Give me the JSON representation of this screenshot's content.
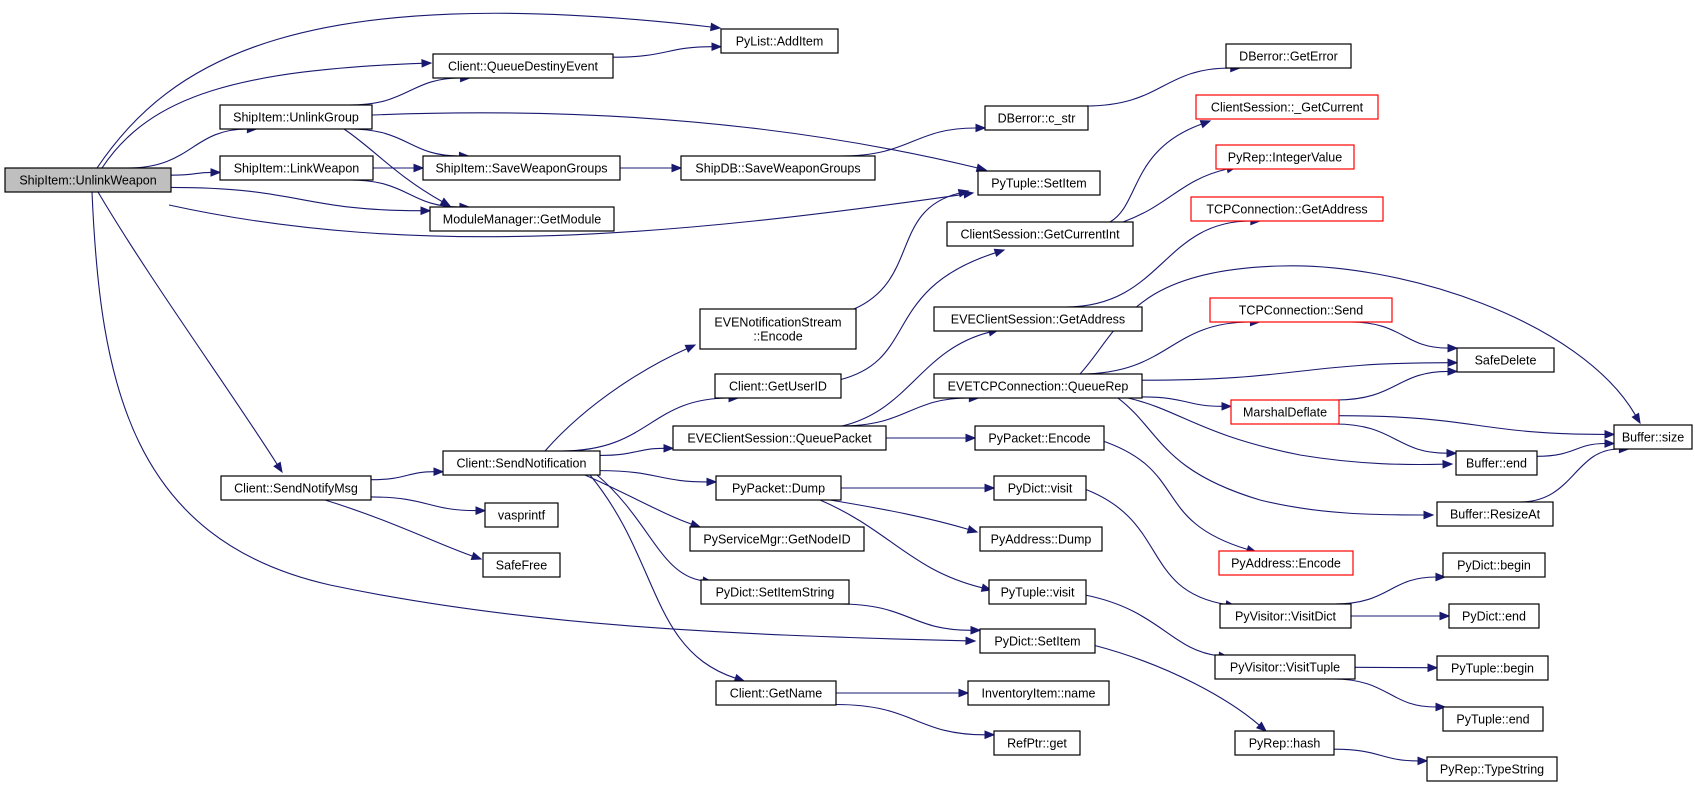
{
  "diagram": {
    "colors": {
      "edge": "#191970",
      "node_border": "#000000",
      "node_border_truncated": "#ff0000",
      "root_fill": "#bfbfbf",
      "node_fill": "#ffffff"
    },
    "nodes": [
      {
        "id": "unlinkWeapon",
        "label": "ShipItem::UnlinkWeapon",
        "root": true
      },
      {
        "id": "listAddItem",
        "label": "PyList::AddItem"
      },
      {
        "id": "queueDestiny",
        "label": "Client::QueueDestinyEvent"
      },
      {
        "id": "unlinkGroup",
        "label": "ShipItem::UnlinkGroup"
      },
      {
        "id": "linkWeapon",
        "label": "ShipItem::LinkWeapon"
      },
      {
        "id": "saveWeaponGroups",
        "label": "ShipItem::SaveWeaponGroups"
      },
      {
        "id": "getModule",
        "label": "ModuleManager::GetModule"
      },
      {
        "id": "dbSaveWeaponGroups",
        "label": "ShipDB::SaveWeaponGroups"
      },
      {
        "id": "getError",
        "label": "DBerror::GetError"
      },
      {
        "id": "cstr",
        "label": "DBerror::c_str"
      },
      {
        "id": "tupleSetItem",
        "label": "PyTuple::SetItem"
      },
      {
        "id": "getCurrent",
        "label": "ClientSession::_GetCurrent",
        "truncated": true
      },
      {
        "id": "integerValue",
        "label": "PyRep::IntegerValue",
        "truncated": true
      },
      {
        "id": "tcpGetAddress",
        "label": "TCPConnection::GetAddress",
        "truncated": true
      },
      {
        "id": "getCurrentInt",
        "label": "ClientSession::GetCurrentInt"
      },
      {
        "id": "notifEncode",
        "label": "EVENotificationStream\n::Encode"
      },
      {
        "id": "eveGetAddress",
        "label": "EVEClientSession::GetAddress"
      },
      {
        "id": "tcpSend",
        "label": "TCPConnection::Send",
        "truncated": true
      },
      {
        "id": "safeDelete",
        "label": "SafeDelete"
      },
      {
        "id": "getUserID",
        "label": "Client::GetUserID"
      },
      {
        "id": "queueRep",
        "label": "EVETCPConnection::QueueRep"
      },
      {
        "id": "marshalDeflate",
        "label": "MarshalDeflate",
        "truncated": true
      },
      {
        "id": "bufferSize",
        "label": "Buffer::size"
      },
      {
        "id": "sendNotification",
        "label": "Client::SendNotification"
      },
      {
        "id": "queuePacket",
        "label": "EVEClientSession::QueuePacket"
      },
      {
        "id": "packetEncode",
        "label": "PyPacket::Encode"
      },
      {
        "id": "bufferEnd",
        "label": "Buffer::end"
      },
      {
        "id": "sendNotifyMsg",
        "label": "Client::SendNotifyMsg"
      },
      {
        "id": "packetDump",
        "label": "PyPacket::Dump"
      },
      {
        "id": "dictVisit",
        "label": "PyDict::visit"
      },
      {
        "id": "resizeAt",
        "label": "Buffer::ResizeAt"
      },
      {
        "id": "vasprintf",
        "label": "vasprintf"
      },
      {
        "id": "getNodeID",
        "label": "PyServiceMgr::GetNodeID"
      },
      {
        "id": "addressDump",
        "label": "PyAddress::Dump"
      },
      {
        "id": "safeFree",
        "label": "SafeFree"
      },
      {
        "id": "addressEncode",
        "label": "PyAddress::Encode",
        "truncated": true
      },
      {
        "id": "dictBegin",
        "label": "PyDict::begin"
      },
      {
        "id": "setItemString",
        "label": "PyDict::SetItemString"
      },
      {
        "id": "tupleVisit",
        "label": "PyTuple::visit"
      },
      {
        "id": "visitDict",
        "label": "PyVisitor::VisitDict"
      },
      {
        "id": "dictEnd",
        "label": "PyDict::end"
      },
      {
        "id": "dictSetItem",
        "label": "PyDict::SetItem"
      },
      {
        "id": "visitTuple",
        "label": "PyVisitor::VisitTuple"
      },
      {
        "id": "tupleBegin",
        "label": "PyTuple::begin"
      },
      {
        "id": "getName",
        "label": "Client::GetName"
      },
      {
        "id": "itemName",
        "label": "InventoryItem::name"
      },
      {
        "id": "tupleEnd",
        "label": "PyTuple::end"
      },
      {
        "id": "refGet",
        "label": "RefPtr::get"
      },
      {
        "id": "repHash",
        "label": "PyRep::hash"
      },
      {
        "id": "typeString",
        "label": "PyRep::TypeString"
      }
    ],
    "edges": [
      [
        "unlinkWeapon",
        "listAddItem"
      ],
      [
        "unlinkWeapon",
        "queueDestiny"
      ],
      [
        "unlinkWeapon",
        "unlinkGroup"
      ],
      [
        "unlinkWeapon",
        "linkWeapon"
      ],
      [
        "unlinkWeapon",
        "getModule"
      ],
      [
        "unlinkWeapon",
        "tupleSetItem"
      ],
      [
        "unlinkWeapon",
        "sendNotifyMsg"
      ],
      [
        "unlinkWeapon",
        "dictSetItem"
      ],
      [
        "queueDestiny",
        "listAddItem"
      ],
      [
        "unlinkGroup",
        "queueDestiny"
      ],
      [
        "unlinkGroup",
        "saveWeaponGroups"
      ],
      [
        "unlinkGroup",
        "getModule"
      ],
      [
        "unlinkGroup",
        "tupleSetItem"
      ],
      [
        "linkWeapon",
        "saveWeaponGroups"
      ],
      [
        "linkWeapon",
        "getModule"
      ],
      [
        "saveWeaponGroups",
        "dbSaveWeaponGroups"
      ],
      [
        "dbSaveWeaponGroups",
        "cstr"
      ],
      [
        "cstr",
        "getError"
      ],
      [
        "getCurrentInt",
        "getCurrent"
      ],
      [
        "getCurrentInt",
        "integerValue"
      ],
      [
        "eveGetAddress",
        "tcpGetAddress"
      ],
      [
        "notifEncode",
        "tupleSetItem"
      ],
      [
        "getUserID",
        "getCurrentInt"
      ],
      [
        "queueRep",
        "tcpSend"
      ],
      [
        "queueRep",
        "safeDelete"
      ],
      [
        "queueRep",
        "marshalDeflate"
      ],
      [
        "queueRep",
        "bufferSize"
      ],
      [
        "queueRep",
        "bufferEnd"
      ],
      [
        "queueRep",
        "resizeAt"
      ],
      [
        "tcpSend",
        "safeDelete"
      ],
      [
        "marshalDeflate",
        "safeDelete"
      ],
      [
        "marshalDeflate",
        "bufferSize"
      ],
      [
        "marshalDeflate",
        "bufferEnd"
      ],
      [
        "bufferEnd",
        "bufferSize"
      ],
      [
        "resizeAt",
        "bufferSize"
      ],
      [
        "sendNotifyMsg",
        "sendNotification"
      ],
      [
        "sendNotifyMsg",
        "vasprintf"
      ],
      [
        "sendNotifyMsg",
        "safeFree"
      ],
      [
        "sendNotification",
        "notifEncode"
      ],
      [
        "sendNotification",
        "getUserID"
      ],
      [
        "sendNotification",
        "queuePacket"
      ],
      [
        "sendNotification",
        "packetDump"
      ],
      [
        "sendNotification",
        "getNodeID"
      ],
      [
        "sendNotification",
        "setItemString"
      ],
      [
        "sendNotification",
        "getName"
      ],
      [
        "queuePacket",
        "eveGetAddress"
      ],
      [
        "queuePacket",
        "queueRep"
      ],
      [
        "queuePacket",
        "packetEncode"
      ],
      [
        "packetEncode",
        "addressEncode"
      ],
      [
        "packetDump",
        "dictVisit"
      ],
      [
        "packetDump",
        "addressDump"
      ],
      [
        "packetDump",
        "tupleVisit"
      ],
      [
        "dictVisit",
        "visitDict"
      ],
      [
        "tupleVisit",
        "visitTuple"
      ],
      [
        "visitDict",
        "dictBegin"
      ],
      [
        "visitDict",
        "dictEnd"
      ],
      [
        "visitTuple",
        "tupleBegin"
      ],
      [
        "visitTuple",
        "tupleEnd"
      ],
      [
        "setItemString",
        "dictSetItem"
      ],
      [
        "dictSetItem",
        "repHash"
      ],
      [
        "repHash",
        "typeString"
      ],
      [
        "getName",
        "itemName"
      ],
      [
        "getName",
        "refGet"
      ]
    ]
  }
}
